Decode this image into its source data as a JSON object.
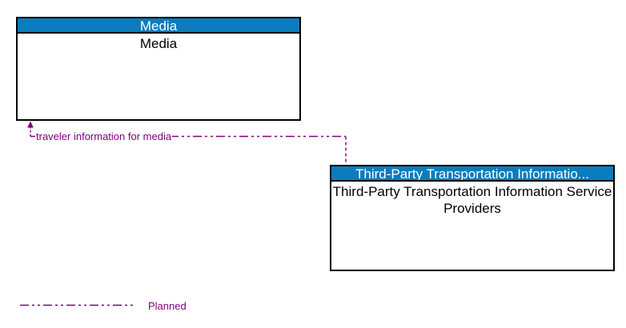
{
  "colors": {
    "header_blue": "#0B7CBD",
    "planned_purple": "#800080",
    "box_border": "#000000",
    "background": "#FFFFFF"
  },
  "boxes": {
    "media": {
      "header": "Media",
      "body": "Media"
    },
    "third_party": {
      "header": "Third-Party Transportation Informatio...",
      "body": "Third-Party Transportation Information Service Providers"
    }
  },
  "connector": {
    "label": "traveler information for media",
    "status": "Planned",
    "from": "Third-Party Transportation Information Service Providers",
    "to": "Media"
  },
  "legend": {
    "planned_label": "Planned"
  }
}
